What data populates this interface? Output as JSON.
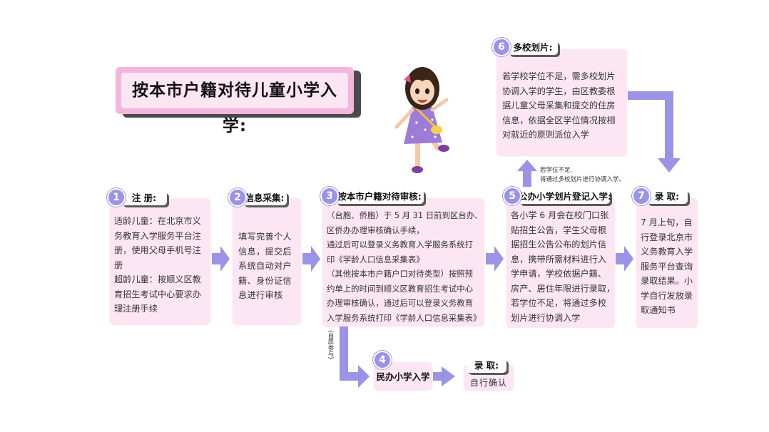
{
  "title": "按本市户籍对待儿童小学入学:",
  "steps": [
    {
      "num": "1",
      "label": "注 册:",
      "lines": [
        "适龄儿童：在北京市义",
        "务教育入学服务平台注",
        "册，使用父母手机号注",
        "册",
        "超龄儿童：按顺义区教",
        "育招生考试中心要求办",
        "理注册手续"
      ]
    },
    {
      "num": "2",
      "label": "信息采集:",
      "lines": [
        "填写完善个人",
        "信息，提交后",
        "系统自动对户",
        "籍、身份证信",
        "息进行审核"
      ]
    },
    {
      "num": "3",
      "label": "按本市户籍对待审核:",
      "lines": [
        "（台胞、侨胞）于 5 月 31 日前到区台办、",
        "区侨办办理审核确认手续，",
        "通过后可以登录义务教育入学服务系统打",
        "印《学龄人口信息采集表》",
        "（其他按本市户籍户口对待类型）按照预",
        "约单上的时间到顺义区教育招生考试中心",
        "办理审核确认，通过后可以登录义务教育",
        "入学服务系统打印《学龄人口信息采集表》"
      ]
    },
    {
      "num": "4",
      "label": "民办小学入学"
    },
    {
      "num": "5",
      "label": "公办小学划片登记入学:",
      "lines": [
        "各小学 6 月会在校门口张",
        "贴招生公告，学生父母根",
        "据招生公告公布的划片信",
        "息，携带所需材料进行入",
        "学申请，学校依据户籍、",
        "房产、居住年限进行录取，",
        "若学位不足，将通过多校",
        "划片进行协调入学"
      ]
    },
    {
      "num": "6",
      "label": "多校划片:",
      "lines": [
        "若学校学位不足，需多校划片",
        "协调入学的学生，由区教委根",
        "据儿童父母采集和提交的住房",
        "信息，依据全区学位情况按相",
        "对就近的原则派位入学"
      ]
    },
    {
      "num": "7",
      "label": "录 取:",
      "lines": [
        "7 月上旬，自",
        "行登录北京市",
        "义务教育入学",
        "服务平台查询",
        "录取结果。小",
        "学自行发放录",
        "取通知书"
      ]
    }
  ],
  "private_admission": {
    "label": "录 取:",
    "text": "自行确认"
  },
  "annotations": {
    "shortage_note_line1": "若学位不足,",
    "shortage_note_line2": "将通过多校划片进行协调入学。",
    "voluntary_note": "(自愿参与)"
  },
  "colors": {
    "card_bg": "#fde6f3",
    "arrow": "#9b93e6",
    "banner": "#f5b6dd"
  },
  "icons": {
    "mascot": "cartoon-girl-illustration",
    "arrow": "block-arrow"
  }
}
